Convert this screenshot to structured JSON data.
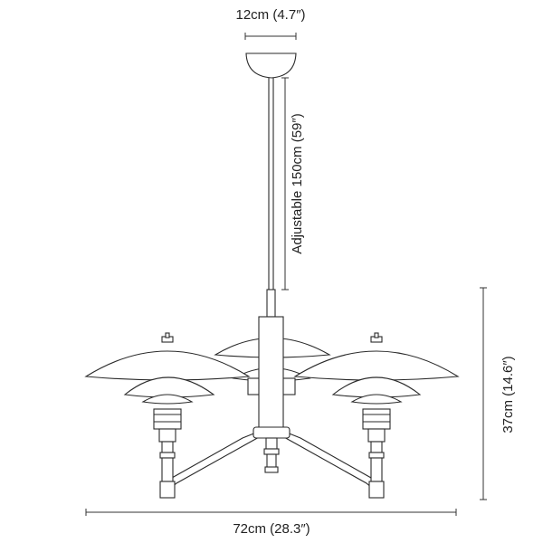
{
  "dimensions": {
    "canopy_width": "12cm (4.7″)",
    "cord_length": "Adjustable 150cm (59″)",
    "fixture_height": "37cm (14.6″)",
    "fixture_width": "72cm (28.3″)"
  },
  "colors": {
    "line": "#2a2a2a",
    "background": "#ffffff"
  }
}
